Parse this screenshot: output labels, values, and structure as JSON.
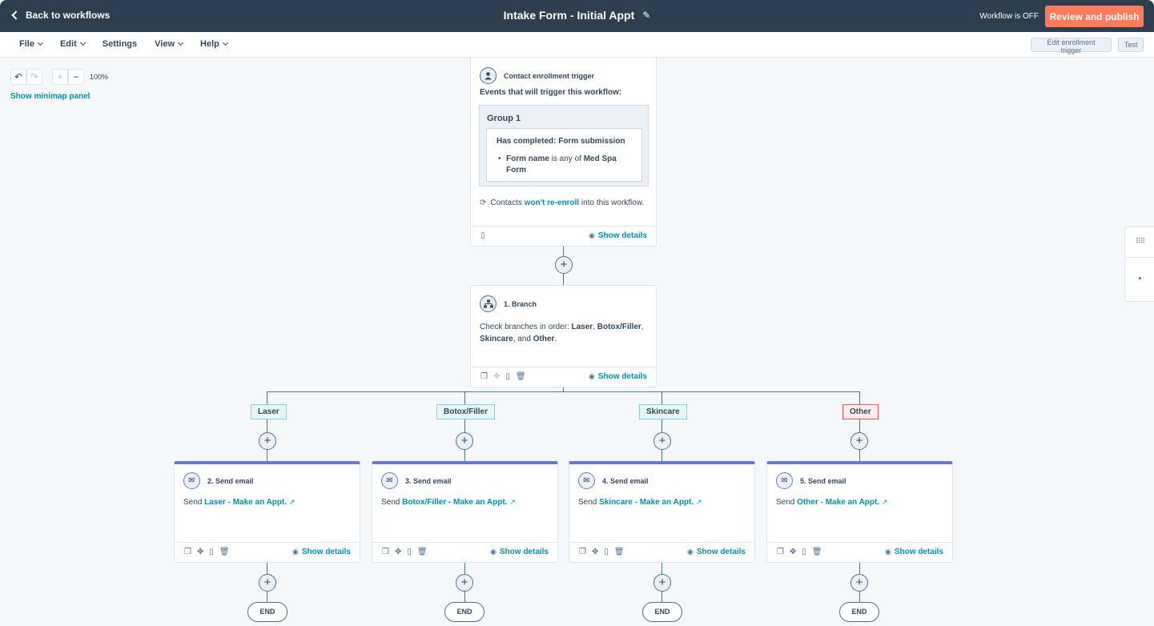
{
  "topbar": {
    "back_label": "Back to workflows",
    "title": "Intake Form - Initial Appt",
    "status": "Workflow is OFF",
    "publish_label": "Review and publish"
  },
  "menu": {
    "items": [
      "File",
      "Edit",
      "Settings",
      "View",
      "Help"
    ],
    "edit_trigger_label": "Edit enrollment trigger",
    "test_label": "Test"
  },
  "zoom": {
    "level": "100%",
    "minimap_label": "Show minimap panel"
  },
  "trigger": {
    "title": "Contact enrollment trigger",
    "events_title": "Events that will trigger this workflow:",
    "group_label": "Group 1",
    "condition": "Has completed: Form submission",
    "filter_field": "Form name",
    "filter_op": " is any of ",
    "filter_value": "Med Spa Form",
    "reenroll_pre": "Contacts ",
    "reenroll_link": "won't re-enroll",
    "reenroll_post": " into this workflow.",
    "show_details": "Show details"
  },
  "branch": {
    "title": "1. Branch",
    "desc_pre": "Check branches in order: ",
    "b1": "Laser",
    "sep1": ", ",
    "b2": "Botox/Filler",
    "sep2": ", ",
    "b3": "Skincare",
    "sep3": ", and ",
    "b4": "Other",
    "end": ".",
    "show_details": "Show details"
  },
  "branches": [
    {
      "label": "Laser",
      "step": "2. Send email",
      "send": "Send ",
      "email": "Laser - Make an Appt.",
      "show_details": "Show details",
      "end": "END"
    },
    {
      "label": "Botox/Filler",
      "step": "3. Send email",
      "send": "Send ",
      "email": "Botox/Filler - Make an Appt.",
      "show_details": "Show details",
      "end": "END"
    },
    {
      "label": "Skincare",
      "step": "4. Send email",
      "send": "Send ",
      "email": "Skincare - Make an Appt.",
      "show_details": "Show details",
      "end": "END"
    },
    {
      "label": "Other",
      "step": "5. Send email",
      "send": "Send ",
      "email": "Other - Make an Appt.",
      "show_details": "Show details",
      "end": "END"
    }
  ],
  "colors": {
    "topbar": "#2d3e50",
    "accent": "#ff7a59",
    "link": "#0091ae",
    "email_bar": "#6a78d1"
  }
}
